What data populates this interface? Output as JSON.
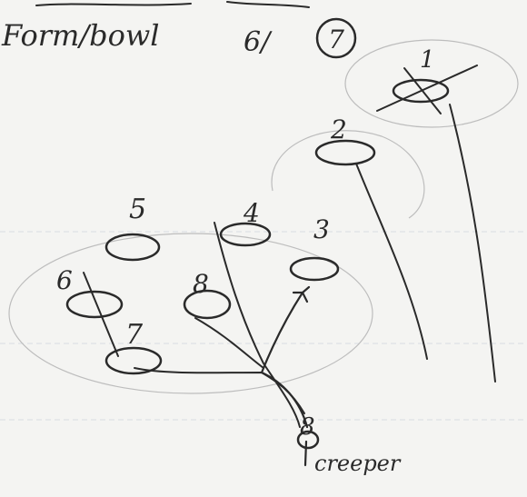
{
  "header": {
    "formation_label": "Form/bowl",
    "play_label": "6/",
    "play_number": "7"
  },
  "players": {
    "p1": "1",
    "p2": "2",
    "p3": "3",
    "p4": "4",
    "p5": "5",
    "p6": "6",
    "p7": "7",
    "p8": "8",
    "p9": "8"
  },
  "labels": {
    "creeper": "creeper"
  }
}
